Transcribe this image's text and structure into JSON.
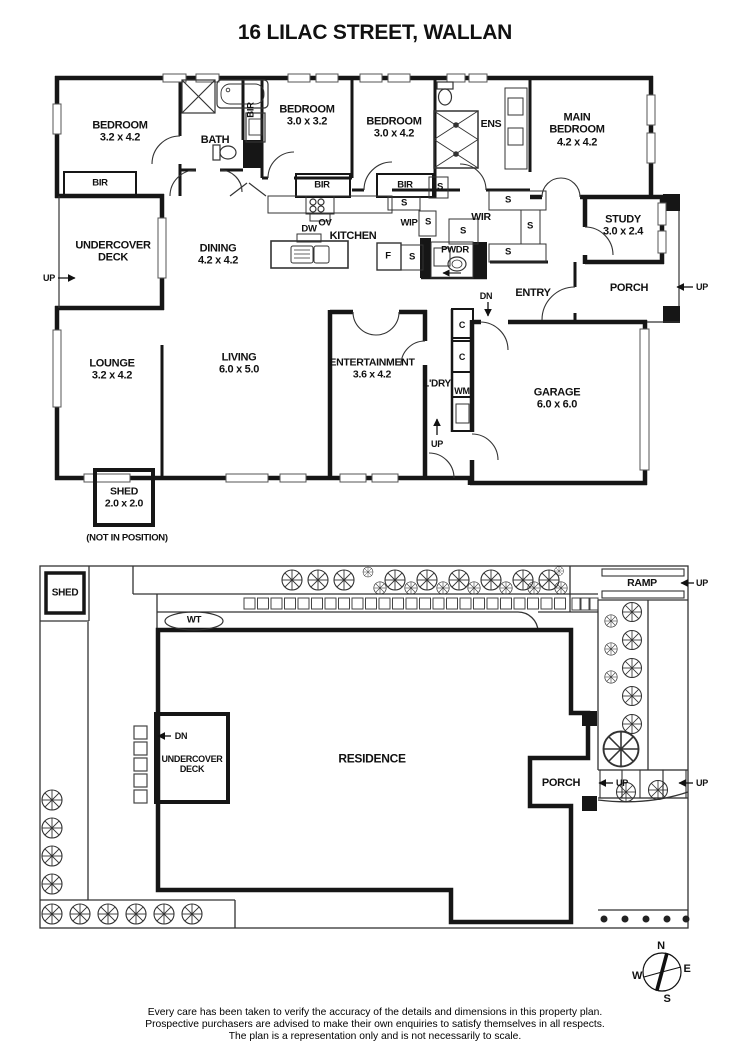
{
  "title": "16 LILAC STREET, WALLAN",
  "floor_plan": {
    "rooms": {
      "bedroom1": {
        "name": "BEDROOM",
        "dims": "3.2 x 4.2"
      },
      "bath": {
        "name": "BATH"
      },
      "bedroom2": {
        "name": "BEDROOM",
        "dims": "3.0 x 3.2"
      },
      "bedroom3": {
        "name": "BEDROOM",
        "dims": "3.0 x 4.2"
      },
      "ensuite": {
        "name": "ENS"
      },
      "main_bedroom": {
        "name": "MAIN BEDROOM",
        "dims": "4.2 x 4.2"
      },
      "study": {
        "name": "STUDY",
        "dims": "3.0 x 2.4"
      },
      "undercover_deck": {
        "name": "UNDERCOVER DECK"
      },
      "dining": {
        "name": "DINING",
        "dims": "4.2 x 4.2"
      },
      "kitchen": {
        "name": "KITCHEN"
      },
      "walk_in_pantry": {
        "name": "WIP"
      },
      "walk_in_robe": {
        "name": "WIR"
      },
      "powder": {
        "name": "PWDR"
      },
      "entry": {
        "name": "ENTRY"
      },
      "porch": {
        "name": "PORCH"
      },
      "lounge": {
        "name": "LOUNGE",
        "dims": "3.2 x 4.2"
      },
      "living": {
        "name": "LIVING",
        "dims": "6.0 x 5.0"
      },
      "entertainment": {
        "name": "ENTERTAINMENT",
        "dims": "3.6 x 4.2"
      },
      "laundry": {
        "name": "L'DRY"
      },
      "garage": {
        "name": "GARAGE",
        "dims": "6.0 x 6.0"
      },
      "shed": {
        "name": "SHED",
        "dims": "2.0 x 2.0",
        "note": "(NOT IN POSITION)"
      }
    },
    "fixtures": {
      "bir": "BIR",
      "s": "S",
      "ov": "OV",
      "dw": "DW",
      "f": "F",
      "wm": "WM",
      "c": "C"
    },
    "nav": {
      "up": "UP",
      "dn": "DN"
    }
  },
  "site_plan": {
    "residence": "RESIDENCE",
    "porch": "PORCH",
    "ramp": "RAMP",
    "shed": "SHED",
    "water_tank": "WT",
    "undercover_deck": "UNDERCOVER DECK",
    "up": "UP",
    "dn": "DN"
  },
  "compass": {
    "n": "N",
    "e": "E",
    "s": "S",
    "w": "W"
  },
  "disclaimer": [
    "Every care has been taken to verify the accuracy of the details and dimensions in this property plan.",
    "Prospective purchasers are advised to make their own enquiries to satisfy themselves in all respects.",
    "The plan is a representation only and is not necessarily to scale."
  ]
}
